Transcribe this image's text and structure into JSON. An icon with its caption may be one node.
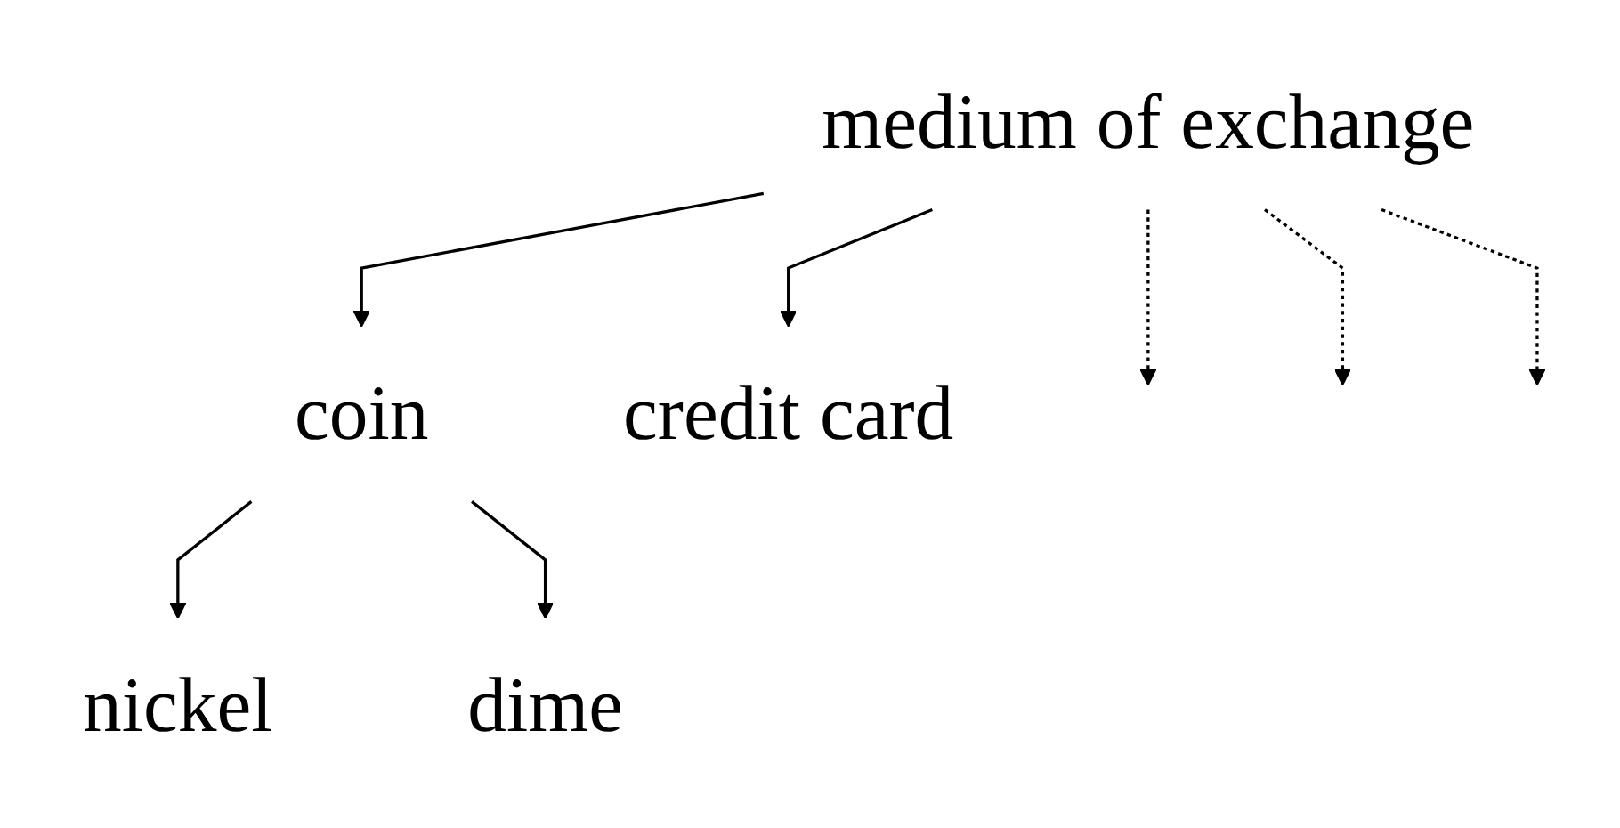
{
  "diagram": {
    "nodes": [
      {
        "text": [
          "medium of exchange"
        ]
      },
      {
        "text": [
          "coin"
        ]
      },
      {
        "text": [
          "credit card"
        ]
      },
      {
        "text": [
          "nickel"
        ]
      },
      {
        "text": [
          "dime"
        ]
      }
    ],
    "edges": [
      {
        "from": 0,
        "to": null,
        "arrow": "to",
        "style": "dashed"
      },
      {
        "from": 0,
        "to": 1,
        "arrow": "to"
      },
      {
        "from": 0,
        "to": null,
        "arrow": "to",
        "style": "dashed"
      },
      {
        "from": 0,
        "to": 2,
        "arrow": "to"
      },
      {
        "from": 0,
        "to": null,
        "arrow": "to",
        "style": "dashed"
      },
      {
        "from": 1,
        "to": 3,
        "arrow": "to"
      },
      {
        "from": 1,
        "to": 4,
        "arrow": "to"
      }
    ]
  }
}
